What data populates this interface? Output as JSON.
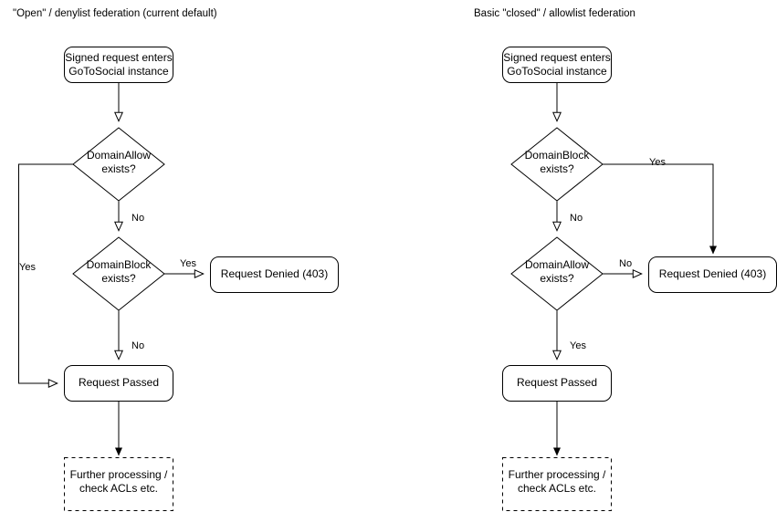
{
  "page": {
    "background": "#ffffff",
    "stroke_color": "#000000",
    "text_color": "#000000"
  },
  "panels": [
    {
      "id": "open-denylist",
      "title": "\"Open\" / denylist federation (current default)",
      "nodes": [
        {
          "id": "start",
          "shape": "rounded-rect",
          "label": "Signed request enters\nGoToSocial instance"
        },
        {
          "id": "allow",
          "shape": "diamond",
          "label": "DomainAllow\nexists?"
        },
        {
          "id": "block",
          "shape": "diamond",
          "label": "DomainBlock\nexists?"
        },
        {
          "id": "denied",
          "shape": "rounded-rect",
          "label": "Request Denied (403)"
        },
        {
          "id": "passed",
          "shape": "rounded-rect",
          "label": "Request Passed"
        },
        {
          "id": "further",
          "shape": "dashed-rect",
          "label": "Further processing /\ncheck ACLs etc."
        }
      ],
      "edges": [
        {
          "from": "start",
          "to": "allow",
          "label": "",
          "arrow": "open"
        },
        {
          "from": "allow",
          "to": "passed",
          "label": "Yes",
          "arrow": "open"
        },
        {
          "from": "allow",
          "to": "block",
          "label": "No",
          "arrow": "open"
        },
        {
          "from": "block",
          "to": "denied",
          "label": "Yes",
          "arrow": "open"
        },
        {
          "from": "block",
          "to": "passed",
          "label": "No",
          "arrow": "open"
        },
        {
          "from": "passed",
          "to": "further",
          "label": "",
          "arrow": "filled"
        }
      ]
    },
    {
      "id": "closed-allowlist",
      "title": "Basic \"closed\" / allowlist federation",
      "nodes": [
        {
          "id": "start",
          "shape": "rounded-rect",
          "label": "Signed request enters\nGoToSocial instance"
        },
        {
          "id": "block",
          "shape": "diamond",
          "label": "DomainBlock\nexists?"
        },
        {
          "id": "allow",
          "shape": "diamond",
          "label": "DomainAllow\nexists?"
        },
        {
          "id": "denied",
          "shape": "rounded-rect",
          "label": "Request Denied (403)"
        },
        {
          "id": "passed",
          "shape": "rounded-rect",
          "label": "Request Passed"
        },
        {
          "id": "further",
          "shape": "dashed-rect",
          "label": "Further processing /\ncheck ACLs etc."
        }
      ],
      "edges": [
        {
          "from": "start",
          "to": "block",
          "label": "",
          "arrow": "open"
        },
        {
          "from": "block",
          "to": "denied",
          "label": "Yes",
          "arrow": "filled"
        },
        {
          "from": "block",
          "to": "allow",
          "label": "No",
          "arrow": "open"
        },
        {
          "from": "allow",
          "to": "denied",
          "label": "No",
          "arrow": "open"
        },
        {
          "from": "allow",
          "to": "passed",
          "label": "Yes",
          "arrow": "open"
        },
        {
          "from": "passed",
          "to": "further",
          "label": "",
          "arrow": "filled"
        }
      ]
    }
  ]
}
